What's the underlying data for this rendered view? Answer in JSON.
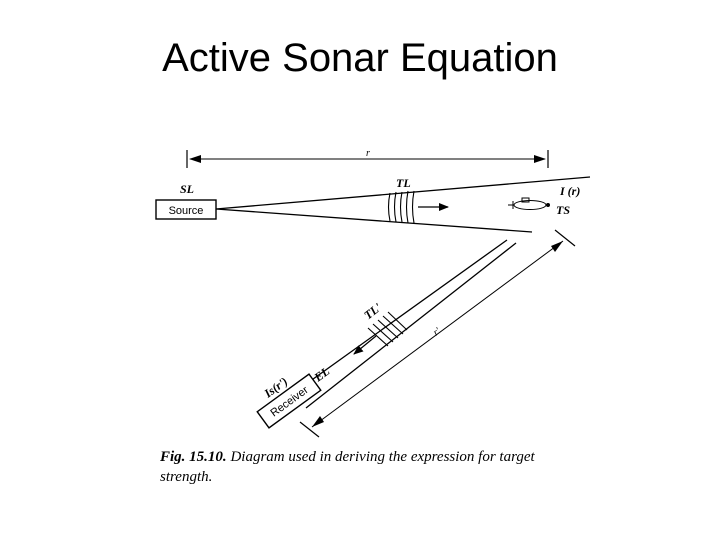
{
  "title": "Active Sonar Equation",
  "diagram": {
    "range_label": "r",
    "source_level_label": "SL",
    "source_box_label": "Source",
    "transmission_loss_label": "TL",
    "intensity_label": "I (r)",
    "target_strength_label": "TS",
    "return_transmission_loss_label": "TL'",
    "return_range_label": "r'",
    "echo_level_label": "EL",
    "receiver_intensity_label": "Is(r')",
    "receiver_box_label": "Receiver"
  },
  "caption": {
    "figure_number": "Fig. 15.10.",
    "text": "Diagram used in deriving the expression for target strength."
  },
  "colors": {
    "ink": "#000000",
    "background": "#ffffff"
  }
}
